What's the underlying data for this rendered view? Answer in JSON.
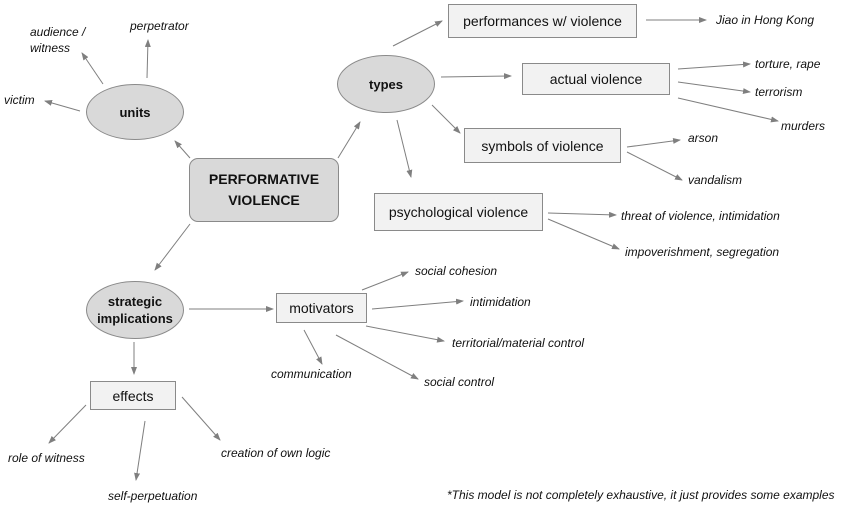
{
  "center": {
    "line1": "PERFORMATIVE",
    "line2": "VIOLENCE"
  },
  "units": {
    "label": "units",
    "items": {
      "audience_line1": "audience /",
      "audience_line2": "witness",
      "perpetrator": "perpetrator",
      "victim": "victim"
    }
  },
  "types": {
    "label": "types",
    "performances": {
      "label": "performances w/ violence",
      "examples": [
        "Jiao in Hong Kong"
      ]
    },
    "actual": {
      "label": "actual violence",
      "examples": [
        "torture, rape",
        "terrorism",
        "murders"
      ]
    },
    "symbols": {
      "label": "symbols of violence",
      "examples": [
        "arson",
        "vandalism"
      ]
    },
    "psychological": {
      "label": "psychological violence",
      "examples": [
        "threat of violence, intimidation",
        "impoverishment, segregation"
      ]
    }
  },
  "strategic": {
    "line1": "strategic",
    "line2": "implications",
    "motivators": {
      "label": "motivators",
      "items": [
        "social cohesion",
        "intimidation",
        "territorial/material control",
        "social control",
        "communication"
      ]
    },
    "effects": {
      "label": "effects",
      "items": [
        "role of witness",
        "self-perpetuation",
        "creation of own logic"
      ]
    }
  },
  "footnote": "*This model is not completely exhaustive, it just provides some examples"
}
